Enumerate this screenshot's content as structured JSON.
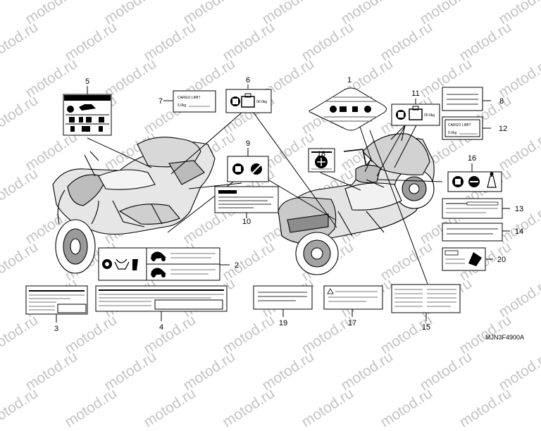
{
  "watermark": "motod.ru",
  "diagram_code": "MJN3F4900A",
  "callouts": [
    "1",
    "2",
    "3",
    "4",
    "5",
    "6",
    "7",
    "8",
    "9",
    "10",
    "11",
    "12",
    "13",
    "14",
    "15",
    "16",
    "17",
    "18",
    "19",
    "20"
  ],
  "label_text": {
    "cargo_limit_a": "CARGO LIMIT",
    "cargo_weight_a": "5.0kg",
    "cargo_limit_b": "CARGO LIMIT",
    "cargo_weight_b": "5.0kg",
    "weight_6": "00.0kg",
    "weight_11": "00.0kg"
  }
}
